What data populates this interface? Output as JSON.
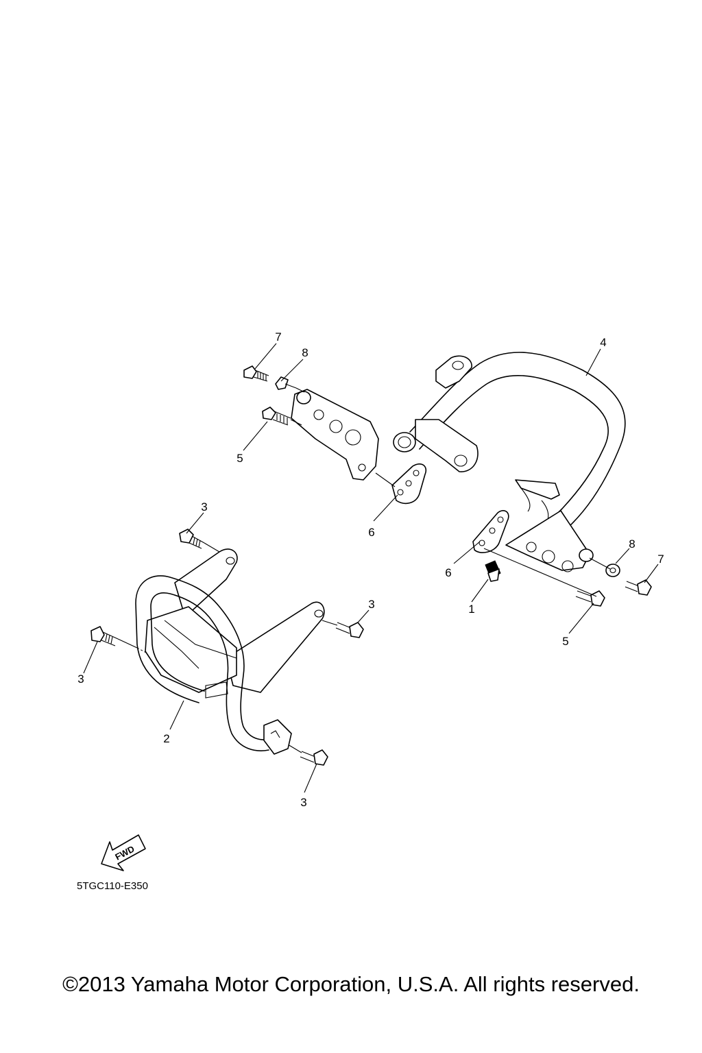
{
  "callouts": {
    "c1": "1",
    "c2": "2",
    "c3a": "3",
    "c3b": "3",
    "c3c": "3",
    "c3d": "3",
    "c4": "4",
    "c5a": "5",
    "c5b": "5",
    "c6a": "6",
    "c6b": "6",
    "c7a": "7",
    "c7b": "7",
    "c8a": "8",
    "c8b": "8"
  },
  "fwd_label": "FWD",
  "diagram_code": "5TGC110-E350",
  "copyright": "©2013 Yamaha Motor Corporation, U.S.A. All rights reserved."
}
